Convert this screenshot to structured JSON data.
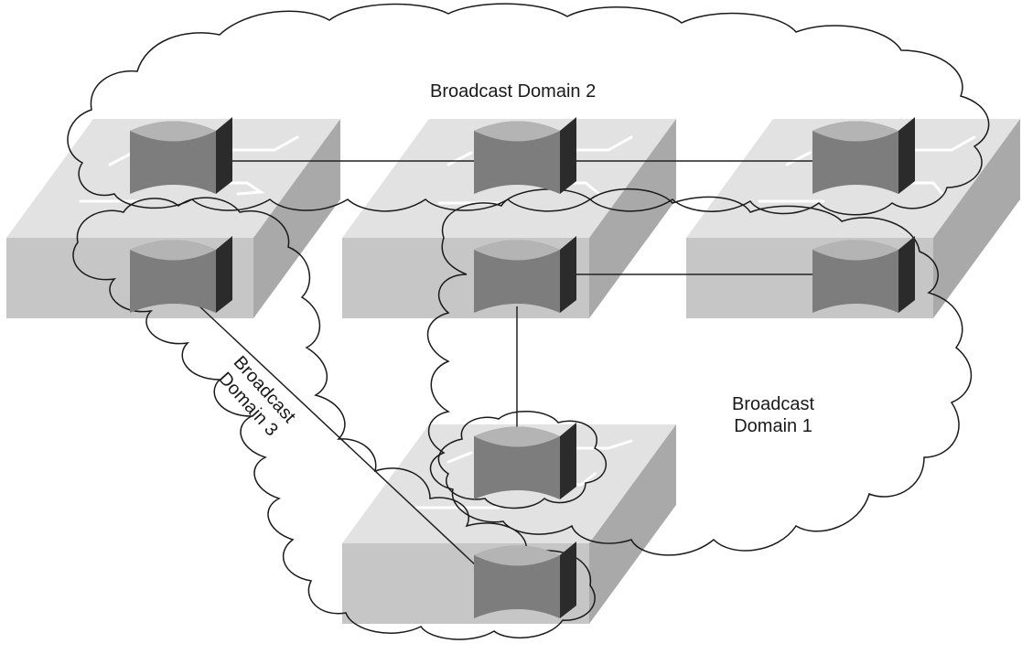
{
  "diagram": {
    "labels": {
      "domain2": "Broadcast Domain 2",
      "domain1_line1": "Broadcast",
      "domain1_line2": "Domain 1",
      "domain3_line1": "Broadcast",
      "domain3_line2": "Domain 3"
    },
    "colors": {
      "switch_top": "#e2e2e2",
      "switch_front": "#c6c6c6",
      "switch_side": "#a9a9a9",
      "port_body": "#7d7d7d",
      "port_top": "#b4b4b4",
      "port_side": "#2b2b2b",
      "line": "#222222"
    }
  }
}
